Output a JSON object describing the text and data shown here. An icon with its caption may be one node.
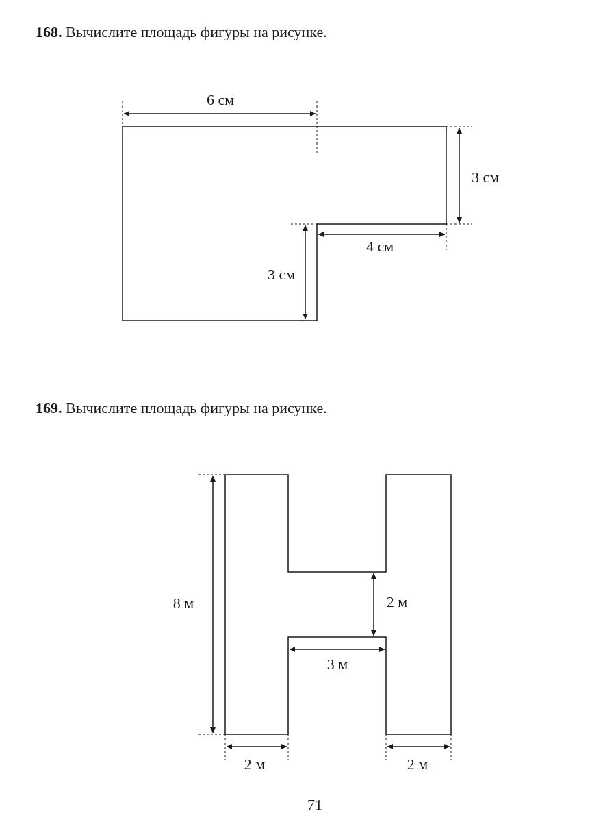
{
  "diagram": {
    "labels": [
      "**168.** Вычислите площадь фигуры на рисунке.",
      "6 см",
      "3 см",
      "4 см",
      "3 см",
      "**169.** Вычислите площадь фигуры на рисунке.",
      "8 м",
      "2 м",
      "3 м",
      "2 м",
      "2 м",
      "71"
    ]
  }
}
